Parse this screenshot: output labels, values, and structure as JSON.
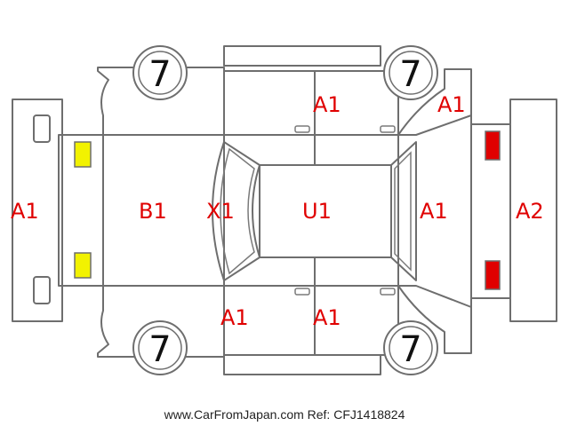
{
  "damage_codes": {
    "rear_bumper": "A1",
    "trunk": "B1",
    "rear_glass": "X1",
    "roof": "U1",
    "hood": "A1",
    "front_bumper": "A2",
    "top_right_door": "A1",
    "top_right_fender": "A1",
    "bottom_rear_door": "A1",
    "bottom_front_door": "A1"
  },
  "tire_tread": {
    "top_left": "7",
    "top_right": "7",
    "bottom_left": "7",
    "bottom_right": "7"
  },
  "footer": "www.CarFromJapan.com Ref: CFJ1418824",
  "colors": {
    "code_text": "#e00000",
    "outline": "#6e6e6e",
    "rear_lamp": "#f2f200",
    "front_lamp": "#e00000"
  }
}
